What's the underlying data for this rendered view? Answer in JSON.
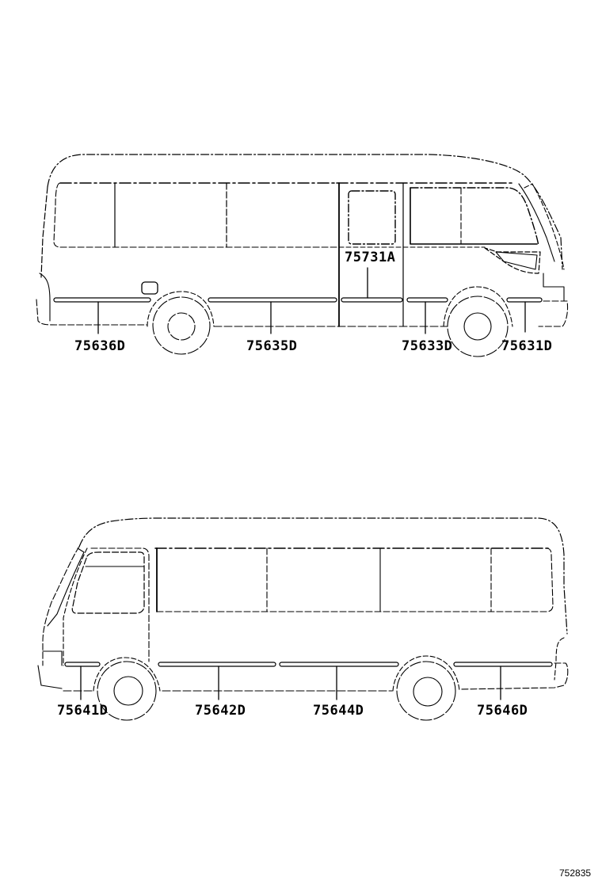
{
  "diagram": {
    "type": "parts-illustration",
    "subject": "Bus side moldings (body side trim)",
    "views": [
      {
        "name": "right-side-view",
        "callouts": [
          {
            "part": "75636D"
          },
          {
            "part": "75635D"
          },
          {
            "part": "75731A"
          },
          {
            "part": "75633D"
          },
          {
            "part": "75631D"
          }
        ]
      },
      {
        "name": "left-side-view",
        "callouts": [
          {
            "part": "75641D"
          },
          {
            "part": "75642D"
          },
          {
            "part": "75644D"
          },
          {
            "part": "75646D"
          }
        ]
      }
    ],
    "figure_number": "752835"
  }
}
